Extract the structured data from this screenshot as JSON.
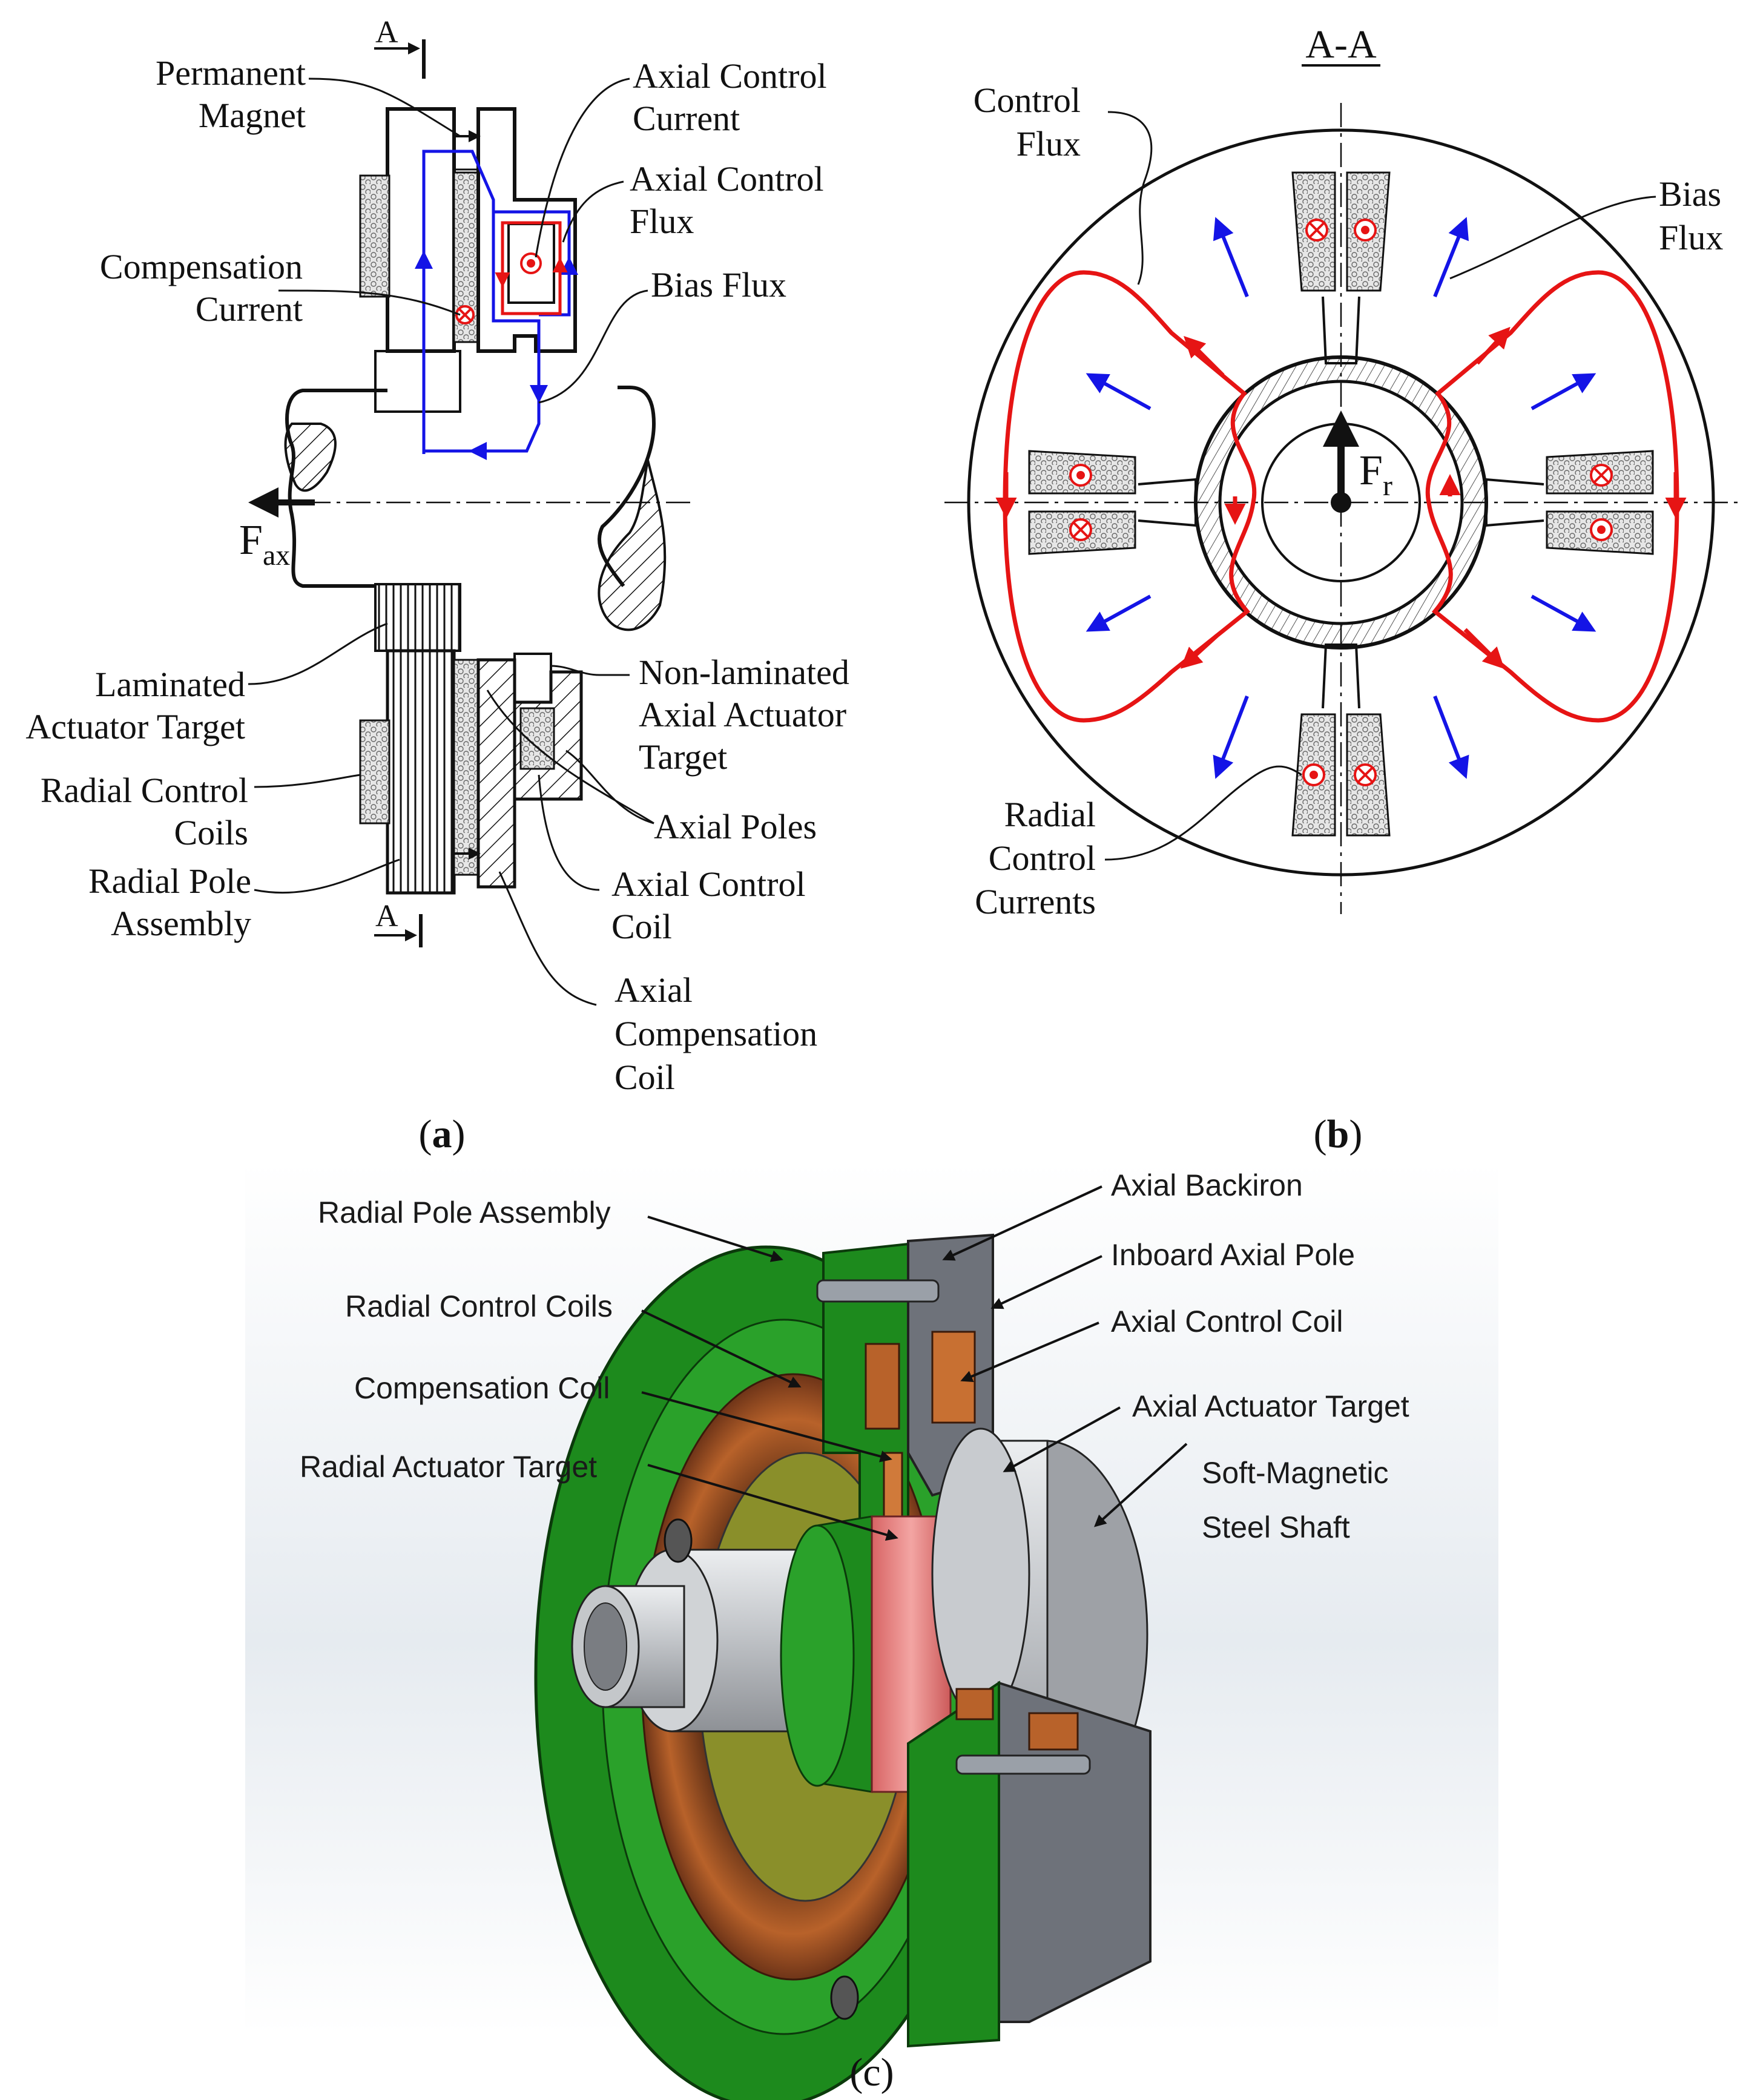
{
  "colors": {
    "bias_flux": "#1414e6",
    "control_flux": "#e61414",
    "coil_green": "#1d8a1d",
    "coil_copper": "#b8622a",
    "target_pink": "#e8807f",
    "shaft_gray": "#b9bcc0",
    "backiron_gray": "#6e727a"
  },
  "icons": [
    "current-out-of-page-icon",
    "current-into-page-icon",
    "force-arrow-icon"
  ],
  "panel_a": {
    "caption_open": "(",
    "caption_letter": "a",
    "caption_close": ")",
    "section_marker": "A",
    "labels": {
      "permanent_magnet": [
        "Permanent",
        "Magnet"
      ],
      "axial_control_current": [
        "Axial Control",
        "Current"
      ],
      "axial_control_flux": [
        "Axial Control",
        "Flux"
      ],
      "compensation_current": [
        "Compensation",
        "Current"
      ],
      "bias_flux": "Bias Flux",
      "force_main": "F",
      "force_sub": "ax",
      "laminated_target": [
        "Laminated",
        "Actuator Target"
      ],
      "non_laminated_target": [
        "Non-laminated",
        "Axial Actuator",
        "Target"
      ],
      "radial_control_coils": [
        "Radial Control",
        "Coils"
      ],
      "axial_poles": "Axial Poles",
      "radial_pole_assembly": [
        "Radial Pole",
        "Assembly"
      ],
      "axial_control_coil": [
        "Axial Control",
        "Coil"
      ],
      "axial_compensation_coil": [
        "Axial",
        "Compensation",
        "Coil"
      ]
    }
  },
  "panel_b": {
    "caption_open": "(",
    "caption_letter": "b",
    "caption_close": ")",
    "title": "A-A",
    "labels": {
      "control_flux": [
        "Control",
        "Flux"
      ],
      "bias_flux": [
        "Bias",
        "Flux"
      ],
      "force_main": "F",
      "force_sub": "r",
      "radial_control_currents": [
        "Radial",
        "Control",
        "Currents"
      ]
    }
  },
  "panel_c": {
    "caption": "(c)",
    "labels": {
      "radial_pole_assembly": "Radial Pole Assembly",
      "radial_control_coils": "Radial Control Coils",
      "compensation_coil": "Compensation Coil",
      "radial_actuator_target": "Radial Actuator Target",
      "axial_backiron": "Axial Backiron",
      "inboard_axial_pole": "Inboard Axial Pole",
      "axial_control_coil": "Axial Control Coil",
      "axial_actuator_target": "Axial Actuator Target",
      "soft_magnetic_steel_shaft": [
        "Soft-Magnetic",
        "Steel Shaft"
      ]
    }
  }
}
